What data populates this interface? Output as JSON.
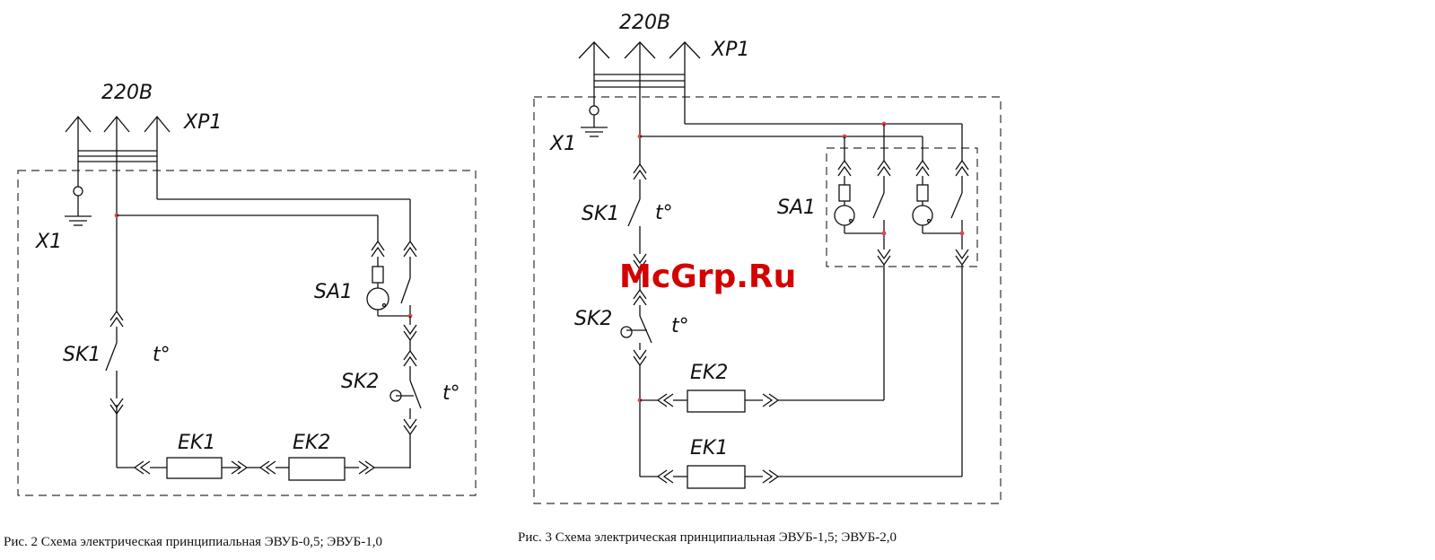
{
  "diagram_left": {
    "voltage": "220В",
    "plug": "XP1",
    "ground": "X1",
    "switch": "SA1",
    "thermo1": "SK1",
    "thermo2": "SK2",
    "temp_symbol": "t°",
    "heater1": "EK1",
    "heater2": "EK2",
    "caption": "Рис. 2   Схема электрическая принципиальная ЭВУБ-0,5; ЭВУБ-1,0"
  },
  "diagram_right": {
    "voltage": "220В",
    "plug": "XP1",
    "ground": "X1",
    "switch": "SA1",
    "thermo1": "SK1",
    "thermo2": "SK2",
    "temp_symbol": "t°",
    "heater1": "EK1",
    "heater2": "EK2",
    "caption": "Рис. 3   Схема электрическая принципиальная ЭВУБ-1,5; ЭВУБ-2,0"
  },
  "watermark": "McGrp.Ru",
  "colors": {
    "line": "#111111",
    "node": "#e04848",
    "watermark": "#d40000"
  }
}
